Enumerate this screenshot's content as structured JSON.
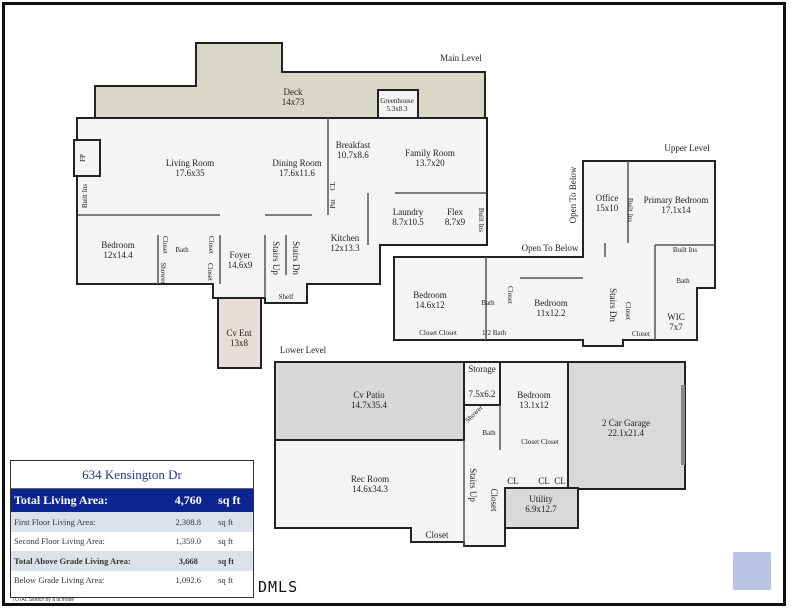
{
  "levels": {
    "main": "Main Level",
    "upper": "Upper Level",
    "lower": "Lower Level"
  },
  "rooms": [
    {
      "name": "Deck",
      "dims": "14x73"
    },
    {
      "name": "Greenhouse",
      "dims": "5.3x8.3"
    },
    {
      "name": "Living Room",
      "dims": "17.6x35"
    },
    {
      "name": "Dining Room",
      "dims": "17.6x11.6"
    },
    {
      "name": "Breakfast",
      "dims": "10.7x8.6"
    },
    {
      "name": "Family Room",
      "dims": "13.7x20"
    },
    {
      "name": "Laundry",
      "dims": "8.7x10.5"
    },
    {
      "name": "Flex",
      "dims": "8.7x9"
    },
    {
      "name": "Built Ins",
      "dims": ""
    },
    {
      "name": "Kitchen",
      "dims": "12x13.3"
    },
    {
      "name": "Bedroom",
      "dims": "12x14.4"
    },
    {
      "name": "Bath",
      "dims": ""
    },
    {
      "name": "Closet",
      "dims": ""
    },
    {
      "name": "Closet",
      "dims": ""
    },
    {
      "name": "Closet",
      "dims": ""
    },
    {
      "name": "Shower",
      "dims": ""
    },
    {
      "name": "Foyer",
      "dims": "14.6x9"
    },
    {
      "name": "Stairs Up",
      "dims": ""
    },
    {
      "name": "Stairs Dn",
      "dims": ""
    },
    {
      "name": "Shelf",
      "dims": ""
    },
    {
      "name": "CL",
      "dims": ""
    },
    {
      "name": "Pnt",
      "dims": ""
    },
    {
      "name": "FP",
      "dims": ""
    },
    {
      "name": "Built Ins",
      "dims": ""
    },
    {
      "name": "Cv Ent",
      "dims": "13x8"
    },
    {
      "name": "Open To Below",
      "dims": ""
    },
    {
      "name": "Open To Below",
      "dims": ""
    },
    {
      "name": "Office",
      "dims": "15x10"
    },
    {
      "name": "Built Ins",
      "dims": ""
    },
    {
      "name": "Primary Bedroom",
      "dims": "17.1x14"
    },
    {
      "name": "Built Ins",
      "dims": ""
    },
    {
      "name": "Bath",
      "dims": ""
    },
    {
      "name": "WIC",
      "dims": "7x7"
    },
    {
      "name": "Closet",
      "dims": ""
    },
    {
      "name": "Closet",
      "dims": ""
    },
    {
      "name": "Stairs Dn",
      "dims": ""
    },
    {
      "name": "Bedroom",
      "dims": "14.6x12"
    },
    {
      "name": "Bath",
      "dims": ""
    },
    {
      "name": "Closet",
      "dims": ""
    },
    {
      "name": "Bedroom",
      "dims": "11x12.2"
    },
    {
      "name": "1/2 Bath",
      "dims": ""
    },
    {
      "name": "Closet Closet",
      "dims": ""
    },
    {
      "name": "Cv Patio",
      "dims": "14.7x35.4"
    },
    {
      "name": "Storage",
      "dims": ""
    },
    {
      "name": "7.5x6.2",
      "dims": ""
    },
    {
      "name": "Bedroom",
      "dims": "13.1x12"
    },
    {
      "name": "Bath",
      "dims": ""
    },
    {
      "name": "Shower",
      "dims": ""
    },
    {
      "name": "Closet  Closet",
      "dims": ""
    },
    {
      "name": "2 Car Garage",
      "dims": "22.1x21.4"
    },
    {
      "name": "Rec Room",
      "dims": "14.6x34.3"
    },
    {
      "name": "Stairs Up",
      "dims": ""
    },
    {
      "name": "Closet",
      "dims": ""
    },
    {
      "name": "CL",
      "dims": ""
    },
    {
      "name": "CL",
      "dims": ""
    },
    {
      "name": "CL",
      "dims": ""
    },
    {
      "name": "Utility",
      "dims": "6.9x12.7"
    },
    {
      "name": "Closet",
      "dims": ""
    }
  ],
  "summary": {
    "address": "634 Kensington Dr",
    "rows": [
      {
        "label": "Total Living Area:",
        "value": "4,760",
        "unit": "sq ft"
      },
      {
        "label": "First Floor Living Area:",
        "value": "2,308.8",
        "unit": "sq ft"
      },
      {
        "label": "Second Floor Living Area:",
        "value": "1,359.0",
        "unit": "sq ft"
      },
      {
        "label": "Total Above Grade Living Area:",
        "value": "3,668",
        "unit": "sq ft"
      },
      {
        "label": "Below Grade Living Area:",
        "value": "1,092.6",
        "unit": "sq ft"
      }
    ],
    "credit": "TOTAL Sketch by a la mode"
  },
  "logo": "DMLS",
  "colors": {
    "deck": "#d9d7c6",
    "entry": "#e9ddd9",
    "gray": "#d9d9d9",
    "floor": "#f3f3f4",
    "table_header": "#0e2590"
  }
}
